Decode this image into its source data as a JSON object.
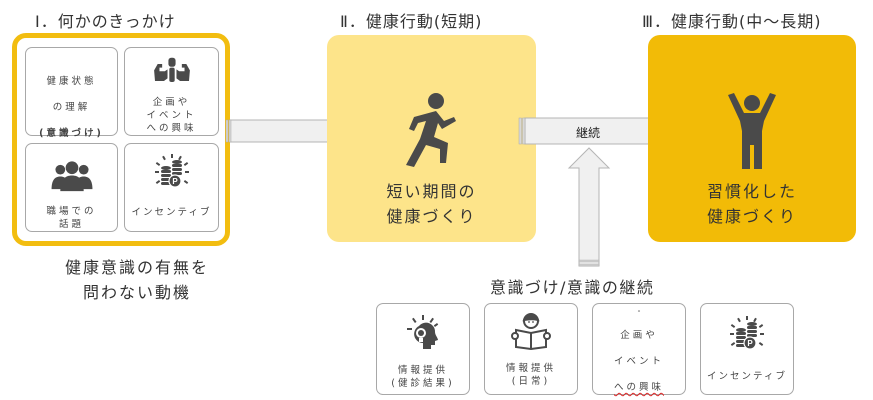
{
  "stages": [
    {
      "title": "Ⅰ．何かのきっかけ",
      "caption": "健康意識の有無を\n問わない動機",
      "cards": [
        {
          "icon": "lightbulb-head-icon",
          "label_lines": [
            "健康状態",
            "の理解"
          ],
          "label_bold": "(意識づけ)"
        },
        {
          "icon": "flexing-arms-icon",
          "label": "企画や\nイベント\nへの興味"
        },
        {
          "icon": "group-people-icon",
          "label": "職場での\n話題"
        },
        {
          "icon": "coins-points-icon",
          "label": "インセンティブ"
        }
      ]
    },
    {
      "title": "Ⅱ．健康行動(短期)",
      "icon": "running-person-icon",
      "description": "短い期間の\n健康づくり",
      "background": "#fde48a"
    },
    {
      "title": "Ⅲ．健康行動(中～長期)",
      "icon": "person-arms-raised-icon",
      "description": "習慣化した\n健康づくり",
      "background": "#f2bb07"
    }
  ],
  "arrows": {
    "stage1_to_stage2": {
      "label": ""
    },
    "stage2_to_stage3": {
      "label": "継続"
    },
    "support_up": {
      "label": ""
    }
  },
  "support": {
    "title": "意識づけ/意識の継続",
    "cards": [
      {
        "icon": "lightbulb-head-icon",
        "label": "情報提供\n(健診結果)"
      },
      {
        "icon": "reading-person-icon",
        "label": "情報提供\n(日常)"
      },
      {
        "icon": "flexing-arms-icon",
        "label_lines": [
          "企画や",
          "イベント"
        ],
        "label_squiggle": "への興味"
      },
      {
        "icon": "coins-points-icon",
        "label": "インセンティブ"
      }
    ]
  },
  "colors": {
    "frame_yellow": "#f2bd10",
    "stage2_yellow": "#fde48a",
    "stage3_yellow": "#f2bb07",
    "icon_gray": "#4a4a4a",
    "arrow_fill": "#f0f0f0",
    "arrow_stroke": "#b5b5b5"
  }
}
